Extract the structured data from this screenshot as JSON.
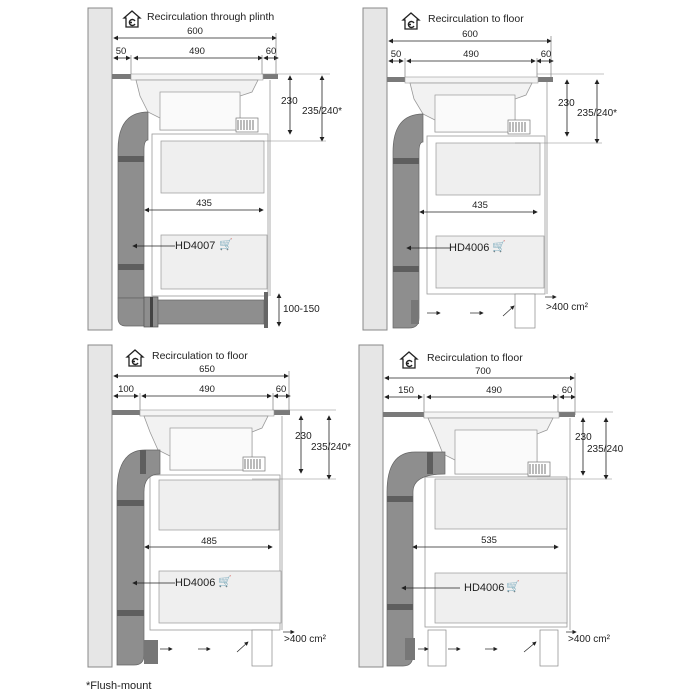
{
  "footnote": "*Flush-mount",
  "icon": "recirculation-house-icon",
  "colors": {
    "wall": "#e6e6e6",
    "wall_edge": "#888888",
    "duct": "#8e8e8e",
    "duct_dark": "#5e5e5e",
    "cabinet_line": "#999999",
    "drawer_fill": "#efefef",
    "worktop": "#7a7a7a"
  },
  "panels": [
    {
      "title": "Recirculation through plinth",
      "total_width": "600",
      "left_gap": "50",
      "hob_width": "490",
      "right_gap": "60",
      "depth1": "230",
      "depth2": "235/240*",
      "inner_width": "435",
      "model": "HD4007",
      "bottom_label": "100-150"
    },
    {
      "title": "Recirculation to floor",
      "total_width": "600",
      "left_gap": "50",
      "hob_width": "490",
      "right_gap": "60",
      "depth1": "230",
      "depth2": "235/240*",
      "inner_width": "435",
      "model": "HD4006",
      "bottom_label": ">400 cm²"
    },
    {
      "title": "Recirculation to floor",
      "total_width": "650",
      "left_gap": "100",
      "hob_width": "490",
      "right_gap": "60",
      "depth1": "230",
      "depth2": "235/240*",
      "inner_width": "485",
      "model": "HD4006",
      "bottom_label": ">400 cm²"
    },
    {
      "title": "Recirculation to floor",
      "total_width": "700",
      "left_gap": "150",
      "hob_width": "490",
      "right_gap": "60",
      "depth1": "230",
      "depth2": "235/240",
      "inner_width": "535",
      "model": "HD4006",
      "bottom_label": ">400 cm²"
    }
  ]
}
